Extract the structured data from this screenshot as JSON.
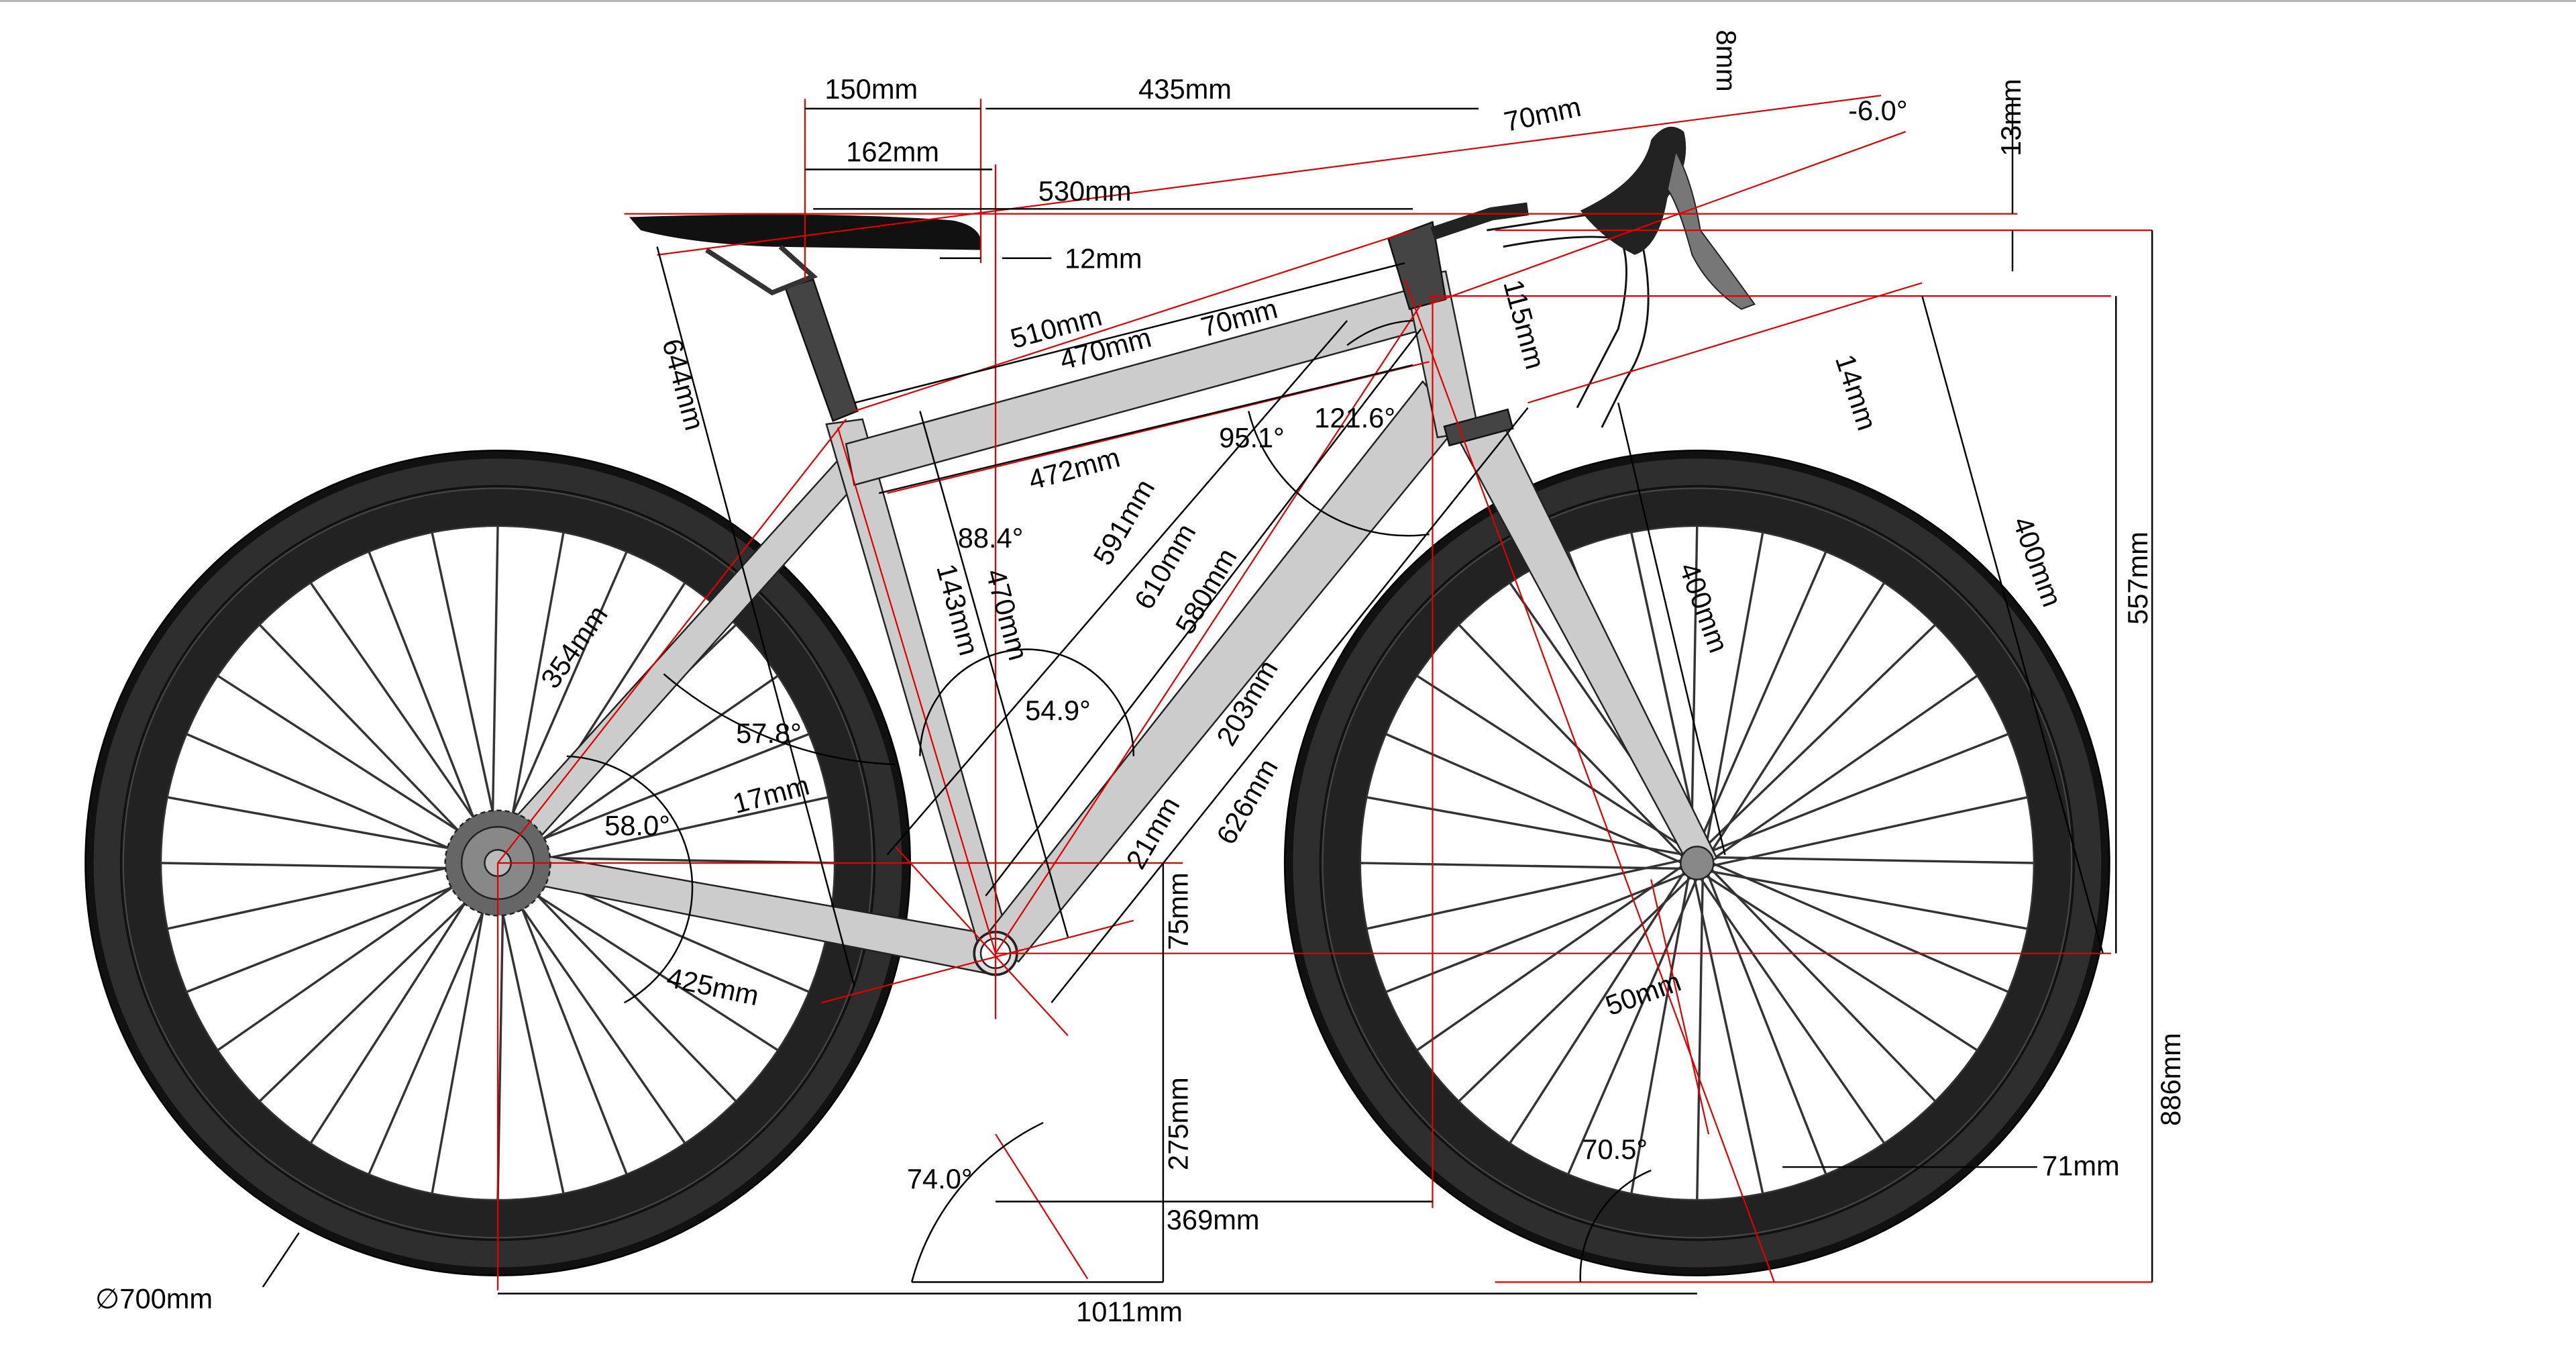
{
  "diagram": {
    "type": "bicycle-geometry",
    "colors": {
      "frame": "#cccccc",
      "tire": "#111111",
      "construction_lines": "#e00000",
      "dimension_lines": "#000000"
    },
    "labels": {
      "seat_setback_150": "150mm",
      "saddle_to_bar_435": "435mm",
      "stem_70": "70mm",
      "bar_8": "8mm",
      "stem_angle": "-6.0°",
      "bar_drop_13": "13mm",
      "saddle_setback_162": "162mm",
      "reach_530": "530mm",
      "offset_12": "12mm",
      "top_510": "510mm",
      "top_470": "470mm",
      "head_70": "70mm",
      "head_115": "115mm",
      "spacer_14": "14mm",
      "saddle_height_644": "644mm",
      "angle_95": "95.1°",
      "angle_121": "121.6°",
      "top_472": "472mm",
      "fork_400_a": "400mm",
      "stack_557": "557mm",
      "fork_400_b": "400mm",
      "angle_88": "88.4°",
      "diag_591": "591mm",
      "diag_610": "610mm",
      "seat_143": "143mm",
      "seat_470": "470mm",
      "down_580": "580mm",
      "seatstay_354": "354mm",
      "angle_54": "54.9°",
      "angle_57": "57.8°",
      "down_203": "203mm",
      "offset_17": "17mm",
      "angle_58": "58.0°",
      "down_626": "626mm",
      "offset_21": "21mm",
      "bb_drop_75": "75mm",
      "chainstay_425": "425mm",
      "fork_offset_50": "50mm",
      "bb_height_275": "275mm",
      "seat_angle_74": "74.0°",
      "head_angle_70": "70.5°",
      "trail_71": "71mm",
      "reach_369": "369mm",
      "height_886": "886mm",
      "wheel_700": "∅700mm",
      "wheelbase_1011": "1011mm"
    }
  }
}
